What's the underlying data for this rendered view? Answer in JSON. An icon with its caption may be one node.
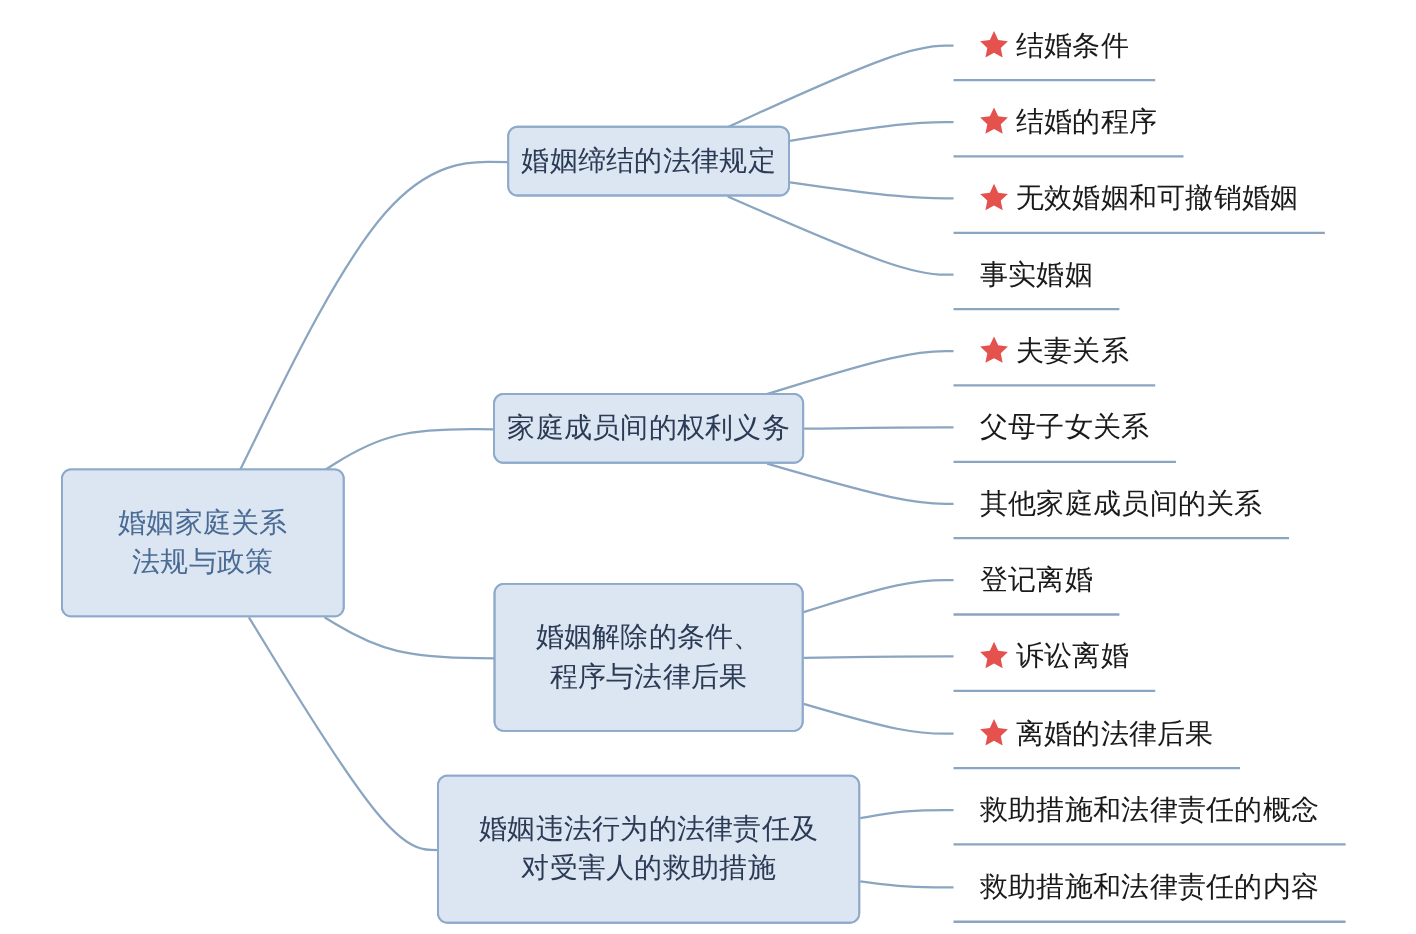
{
  "diagram": {
    "nodes": [
      {
        "text": [
          "婚姻家庭关系法规与政策"
        ]
      },
      {
        "text": [
          "婚姻缔结的法律规定"
        ]
      },
      {
        "text": [
          "结婚条件"
        ]
      },
      {
        "text": [
          "结婚的程序"
        ]
      },
      {
        "text": [
          "无效婚姻和可撤销婚姻"
        ]
      },
      {
        "text": [
          "事实婚姻"
        ]
      },
      {
        "text": [
          "家庭成员间的权利义务"
        ]
      },
      {
        "text": [
          "夫妻关系"
        ]
      },
      {
        "text": [
          "父母子女关系"
        ]
      },
      {
        "text": [
          "其他家庭成员间的关系"
        ]
      },
      {
        "text": [
          "婚姻解除的条件、程序与法律后果"
        ]
      },
      {
        "text": [
          "登记离婚"
        ]
      },
      {
        "text": [
          "诉讼离婚"
        ]
      },
      {
        "text": [
          "离婚的法律后果"
        ]
      },
      {
        "text": [
          "婚姻违法行为的法律责任及对受害人的救助措施"
        ]
      },
      {
        "text": [
          "救助措施和法律责任的概念"
        ]
      },
      {
        "text": [
          "救助措施和法律责任的内容"
        ]
      }
    ],
    "edges": [
      {
        "from": 0,
        "to": 1,
        "arrow": "none"
      },
      {
        "from": 0,
        "to": 6,
        "arrow": "none"
      },
      {
        "from": 0,
        "to": 10,
        "arrow": "none"
      },
      {
        "from": 0,
        "to": 14,
        "arrow": "none"
      },
      {
        "from": 1,
        "to": 2,
        "arrow": "none"
      },
      {
        "from": 1,
        "to": 3,
        "arrow": "none"
      },
      {
        "from": 1,
        "to": 4,
        "arrow": "none"
      },
      {
        "from": 1,
        "to": 5,
        "arrow": "none"
      },
      {
        "from": 6,
        "to": 7,
        "arrow": "none"
      },
      {
        "from": 6,
        "to": 8,
        "arrow": "none"
      },
      {
        "from": 6,
        "to": 9,
        "arrow": "none"
      },
      {
        "from": 10,
        "to": 11,
        "arrow": "none"
      },
      {
        "from": 10,
        "to": 12,
        "arrow": "none"
      },
      {
        "from": 10,
        "to": 13,
        "arrow": "none"
      },
      {
        "from": 14,
        "to": 15,
        "arrow": "none"
      },
      {
        "from": 14,
        "to": 16,
        "arrow": "none"
      }
    ]
  }
}
